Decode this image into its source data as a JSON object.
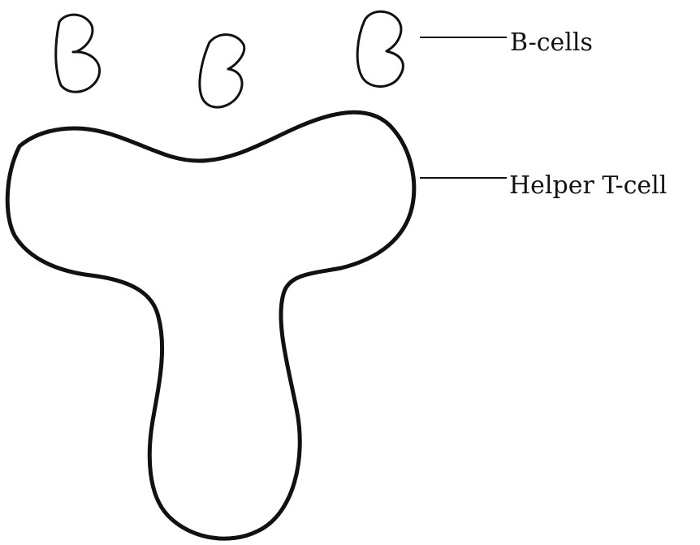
{
  "diagram": {
    "labels": {
      "b_cells": "B-cells",
      "helper_t_cell": "Helper T-cell"
    },
    "colors": {
      "background": "#ffffff",
      "stroke": "#111111"
    },
    "shapes": {
      "b_cells_count": 3,
      "helper_t_cell_count": 1
    }
  }
}
